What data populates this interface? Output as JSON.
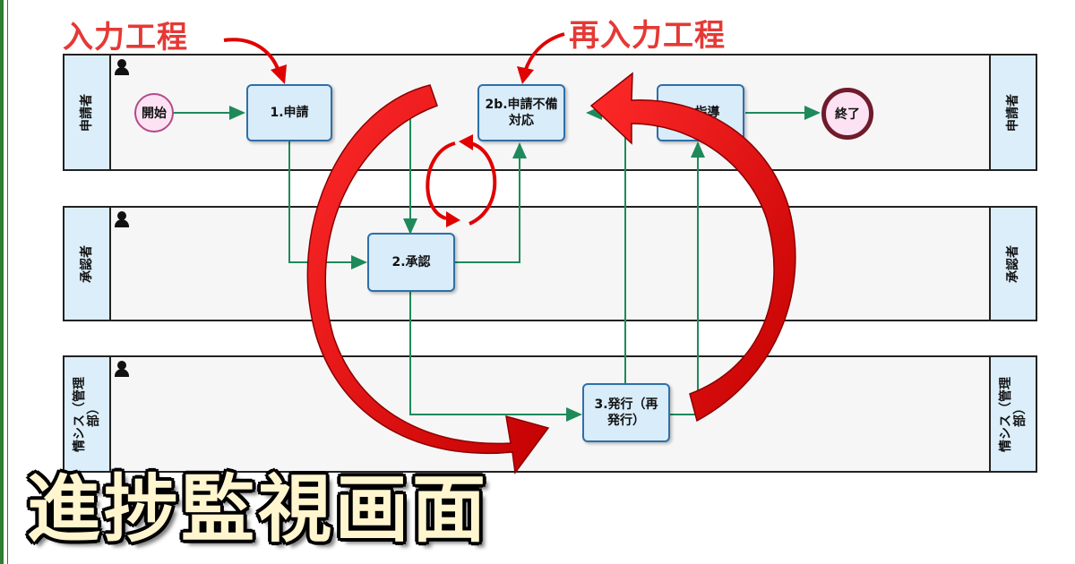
{
  "annotations": {
    "input_process": "入力工程",
    "reinput_process": "再入力工程"
  },
  "lanes": [
    {
      "label": "申請者"
    },
    {
      "label": "承認者"
    },
    {
      "label": "情シス（管理部）"
    }
  ],
  "events": {
    "start": "開始",
    "end": "終了"
  },
  "tasks": {
    "apply": "1.申請",
    "fix": "2b.申請不備対応",
    "approve": "2.承認",
    "issue": "3.発行（再発行）",
    "guide": "4.指導"
  },
  "banner": "進捗監視画面",
  "colors": {
    "flow": "#1e8a5a",
    "cycle_arrow": "#e00000",
    "annotation": "#e53935"
  }
}
